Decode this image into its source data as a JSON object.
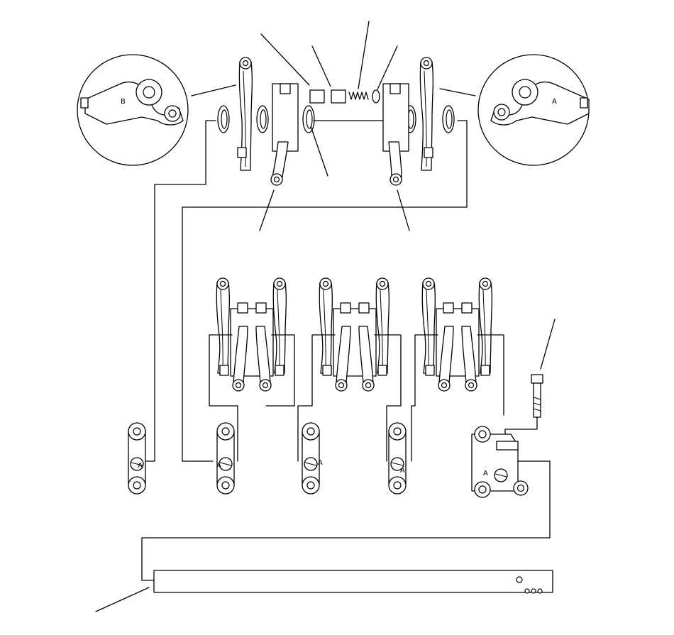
{
  "diagram": {
    "detail_marks": {
      "left": "B",
      "right": "A"
    },
    "cap_marks": [
      "A",
      "A",
      "A",
      "A",
      "A"
    ]
  },
  "colors": {
    "ink": "#000000",
    "paper": "#ffffff"
  }
}
